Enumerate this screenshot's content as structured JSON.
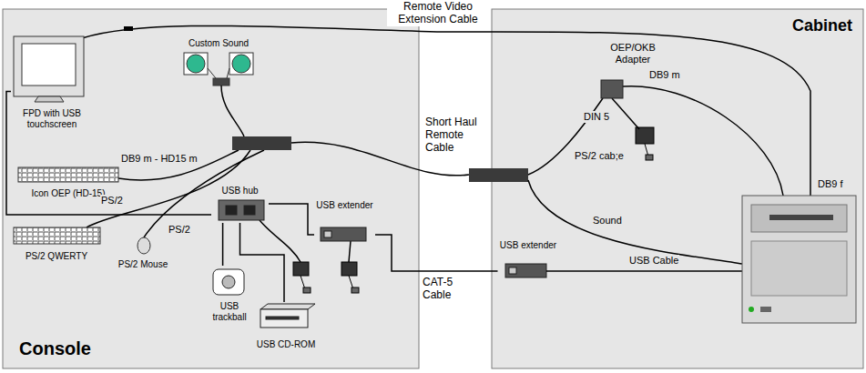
{
  "diagram": {
    "nodes": [
      {
        "text": [
          "Console"
        ]
      },
      {
        "text": [
          "FPD with USB touchscreen"
        ],
        "in": 0
      },
      {
        "text": [
          "Custom Sound"
        ],
        "in": 0
      },
      {
        "text": [
          "Icon OEP (HD-15)"
        ],
        "in": 0
      },
      {
        "text": [
          "PS/2 QWERTY"
        ],
        "in": 0
      },
      {
        "text": [
          "PS/2 Mouse"
        ],
        "in": 0
      },
      {
        "text": [
          "USB hub"
        ],
        "in": 0
      },
      {
        "text": [
          "USB extender"
        ],
        "in": 0
      },
      {
        "text": [
          "USB trackball"
        ],
        "in": 0
      },
      {
        "text": [
          "USB CD-ROM"
        ],
        "in": 0
      },
      {
        "text": [
          "Cabinet"
        ]
      },
      {
        "text": [
          "OEP/OKB Adapter"
        ],
        "in": 10
      },
      {
        "text": [
          "USB extender"
        ],
        "in": 10
      }
    ],
    "edges": [
      {
        "from": 1,
        "to": 6,
        "arrow": "none"
      },
      {
        "from": 6,
        "to": 8,
        "arrow": "none"
      },
      {
        "from": 6,
        "to": 9,
        "arrow": "none"
      },
      {
        "from": 6,
        "to": 7,
        "arrow": "none"
      },
      {
        "from": 7,
        "to": 12,
        "label": "CAT-5 Cable",
        "arrow": "none"
      }
    ],
    "labels": [
      "Remote Video Extension Cable",
      "DB9 m - HD15 m",
      "PS/2",
      "PS/2",
      "Short Haul Remote Cable",
      "DB9 m",
      "DIN 5",
      "PS/2 cab;e",
      "Sound",
      "DB9 f",
      "USB Cable"
    ]
  }
}
